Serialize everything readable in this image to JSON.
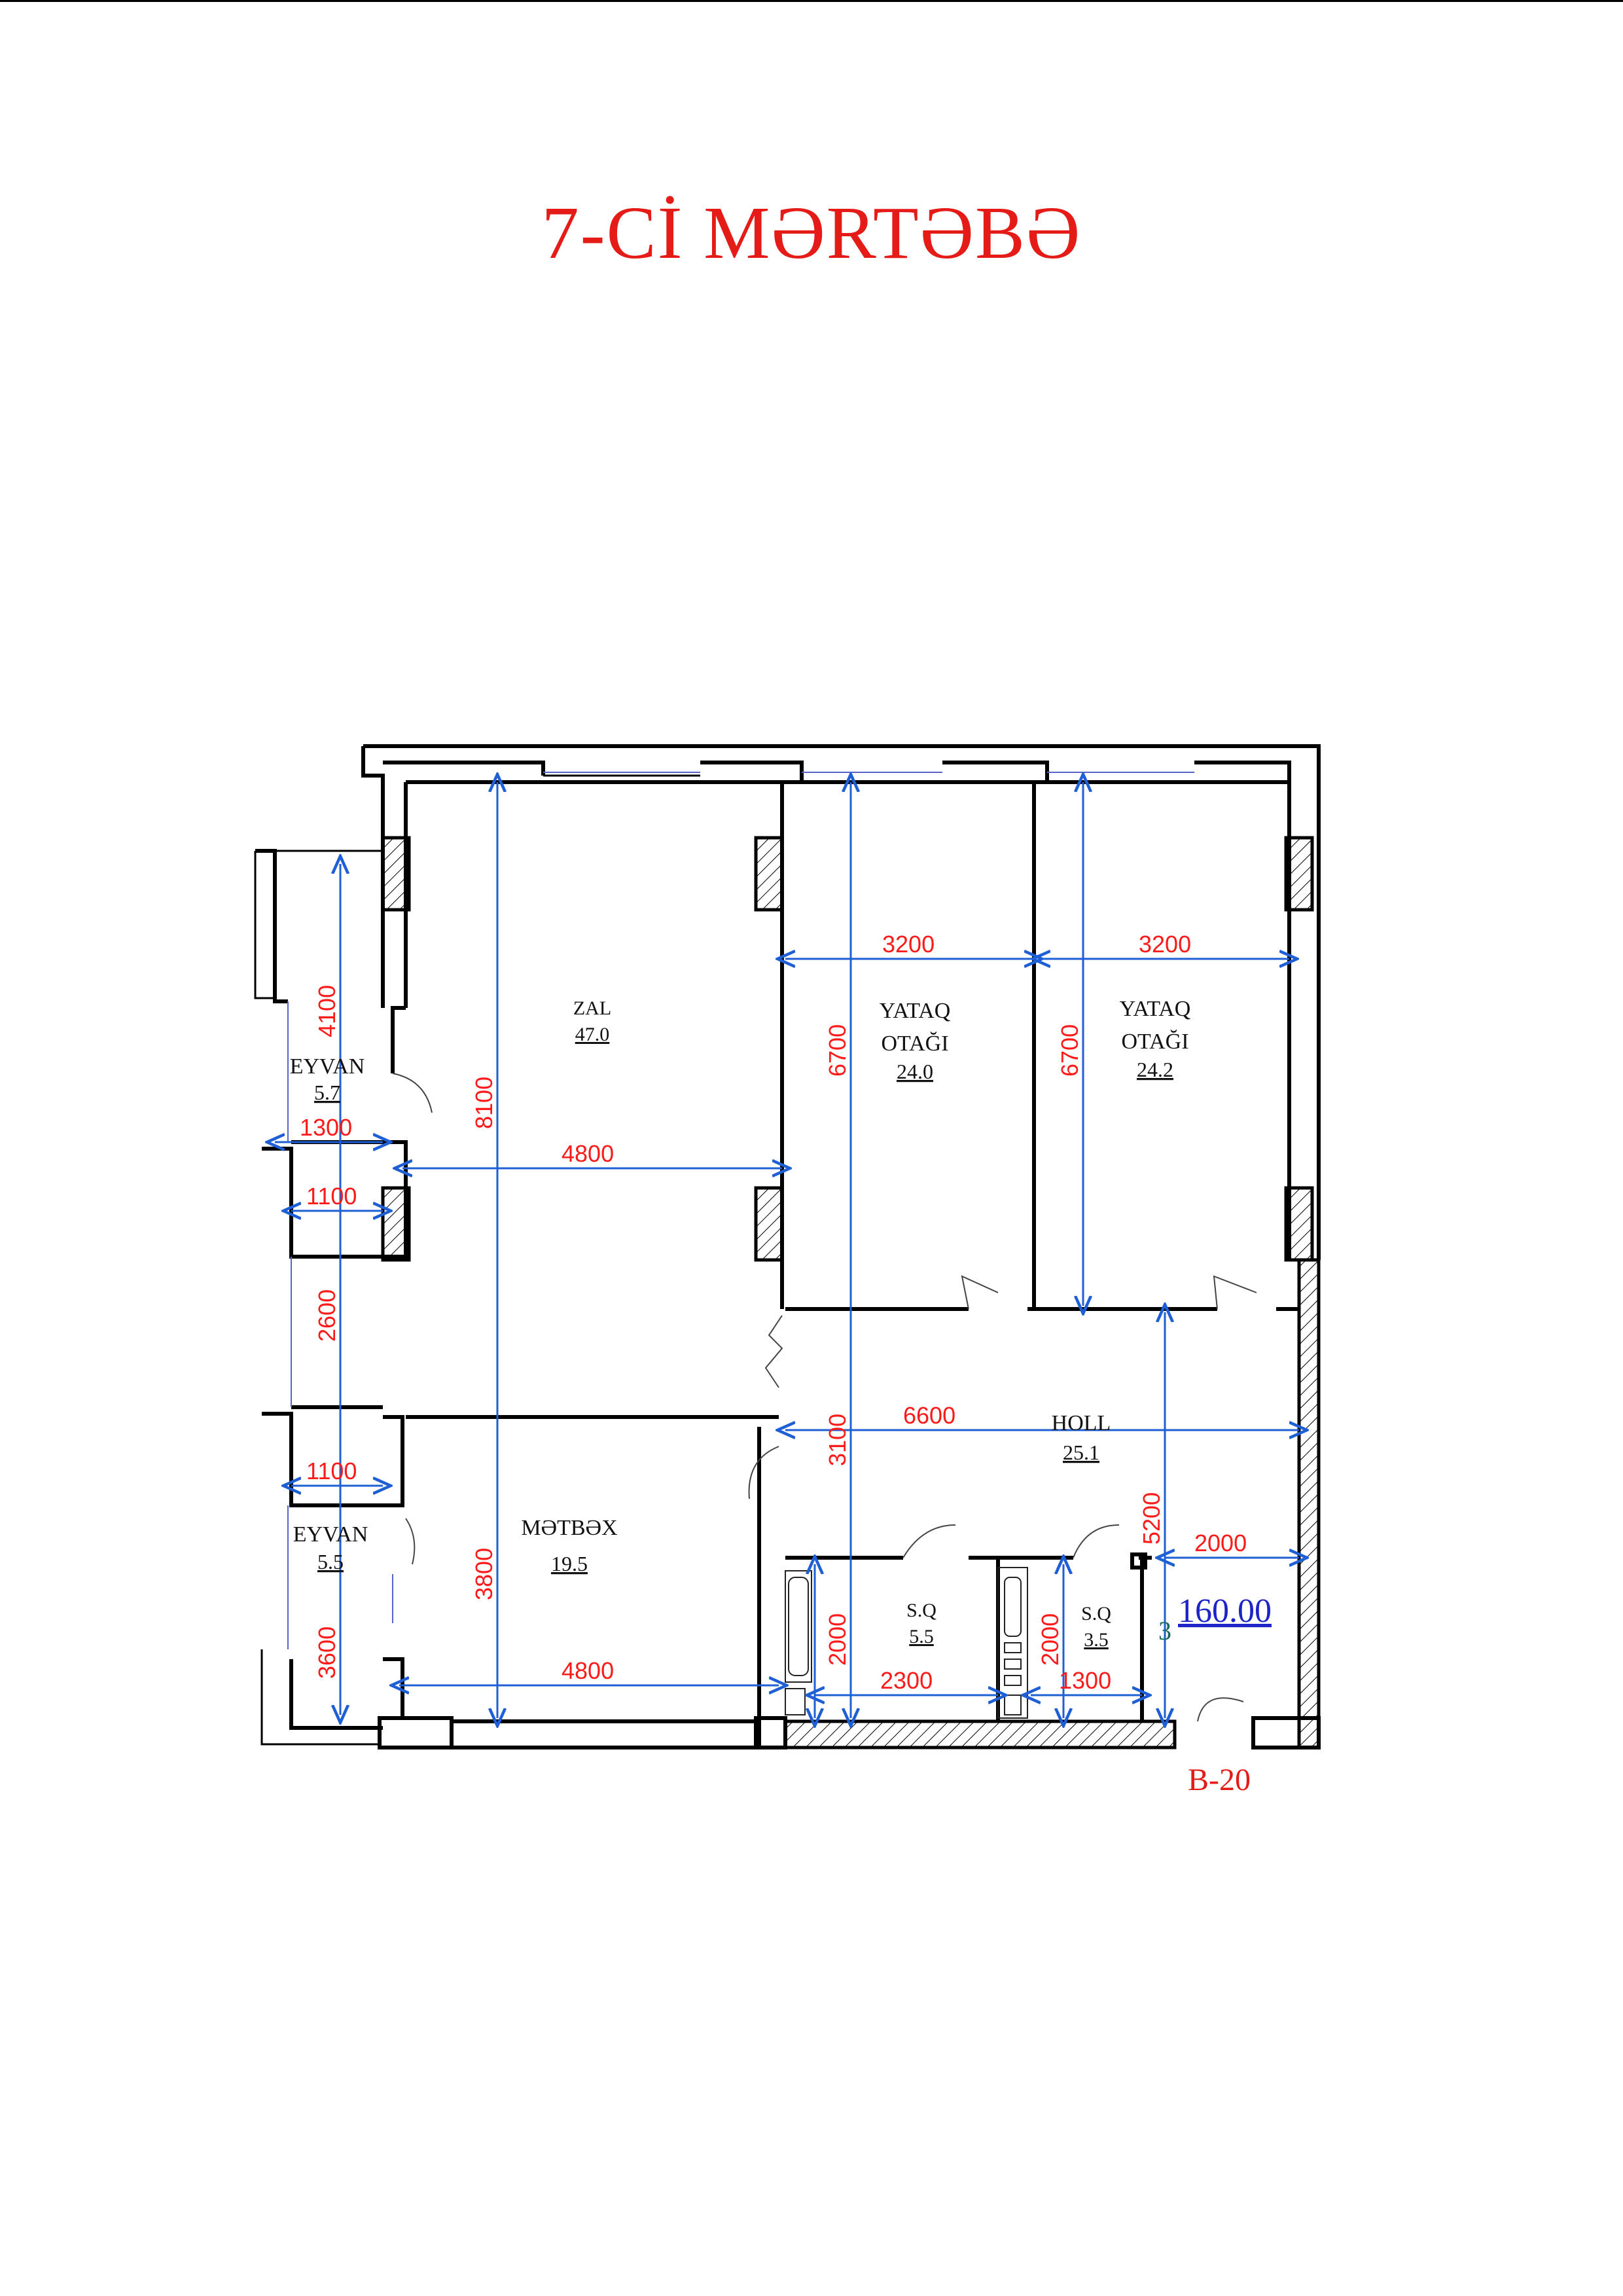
{
  "title": "7-Cİ MƏRTƏBƏ",
  "rooms": {
    "zal": {
      "name": "ZAL",
      "area": "47.0"
    },
    "yataq1": {
      "name1": "YATAQ",
      "name2": "OTAĞI",
      "area": "24.0"
    },
    "yataq2": {
      "name1": "YATAQ",
      "name2": "OTAĞI",
      "area": "24.2"
    },
    "eyvan1": {
      "name": "EYVAN",
      "area": "5.7"
    },
    "eyvan2": {
      "name": "EYVAN",
      "area": "5.5"
    },
    "metbex": {
      "name": "MƏTBƏX",
      "area": "19.5"
    },
    "holl": {
      "name": "HOLL",
      "area": "25.1"
    },
    "sq1": {
      "name": "S.Q",
      "area": "5.5"
    },
    "sq2": {
      "name": "S.Q",
      "area": "3.5"
    }
  },
  "dimensions": {
    "d8100": "8100",
    "d4800a": "4800",
    "d4800b": "4800",
    "d3800": "3800",
    "d4100": "4100",
    "d1300a": "1300",
    "d1100a": "1100",
    "d2600": "2600",
    "d1100b": "1100",
    "d3600": "3600",
    "d3200a": "3200",
    "d3200b": "3200",
    "d6700a": "6700",
    "d6700b": "6700",
    "d6600": "6600",
    "d3100": "3100",
    "d5200": "5200",
    "d2000a": "2000",
    "d2000b": "2000",
    "d2000c": "2000",
    "d2300": "2300",
    "d1300b": "1300"
  },
  "unit": {
    "number": "3",
    "total_area": "160.00",
    "block": "B-20"
  },
  "colors": {
    "title": "#e41b17",
    "dimension_text": "#ff1a1a",
    "dimension_line": "#1e5fd6",
    "total_area": "#1c24c8",
    "block_label": "#e41b17"
  }
}
